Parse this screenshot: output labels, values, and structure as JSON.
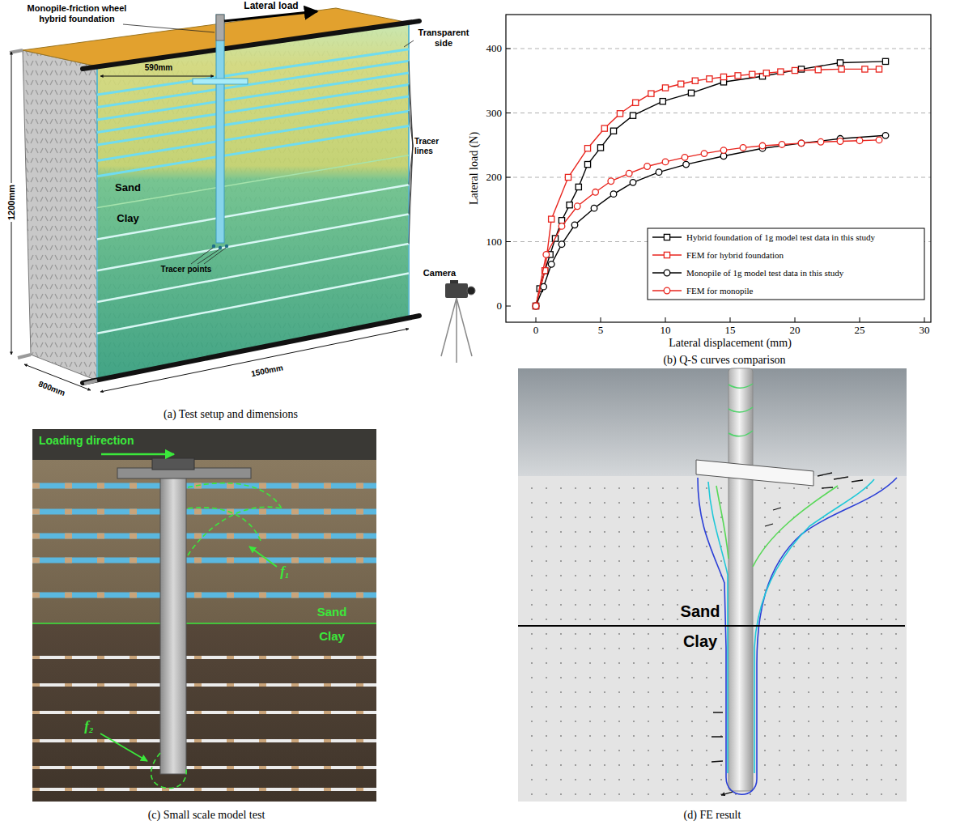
{
  "diagram": {
    "labels": [
      "Lateral load",
      "Monopile-friction wheel hybrid foundation",
      "Transparent side",
      "590mm",
      "Tracer lines",
      "Sand",
      "Clay",
      "1200mm",
      "Tracer points",
      "Camera",
      "800mm",
      "1500mm",
      "(a) Test setup and dimensions",
      "400",
      "300",
      "200",
      "100",
      "0",
      "Lateral load (N)",
      "0",
      "5",
      "10",
      "15",
      "20",
      "25",
      "30",
      "Lateral displacement (mm)",
      "(b) Q-S curves comparison",
      "Loading direction",
      "f₁",
      "Sand",
      "Clay",
      "f₂",
      "(c) Small scale model test",
      "Sand",
      "Clay",
      "(d) FE result"
    ],
    "legend": [
      {
        "text": "Hybrid foundation of 1g model test data in this study"
      },
      {
        "text": "FEM for hybrid foundation"
      },
      {
        "text": "Monopile of 1g model test data in this study"
      },
      {
        "text": "FEM for monopile"
      }
    ]
  }
}
